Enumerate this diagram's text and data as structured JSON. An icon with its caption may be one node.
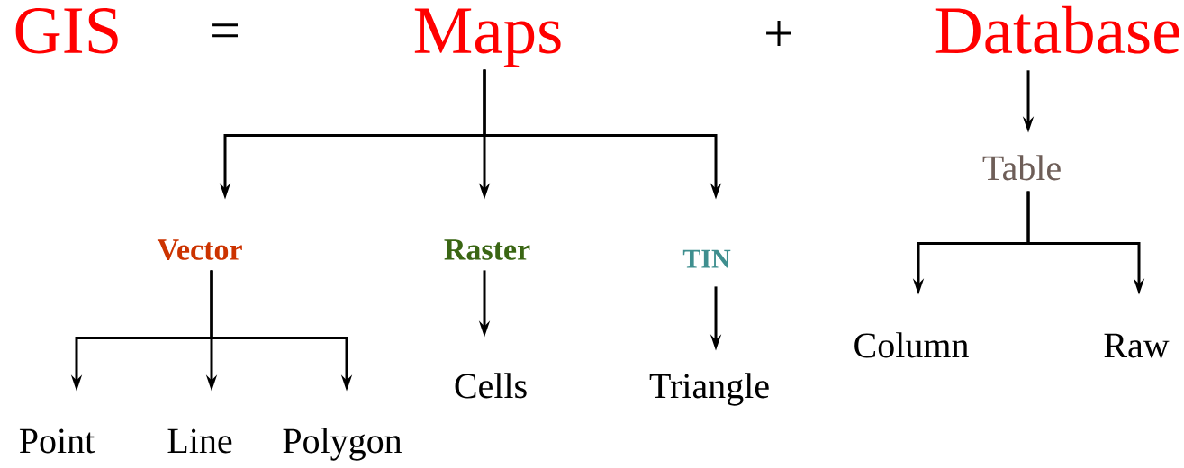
{
  "diagram": {
    "nodes": [
      {
        "text": [
          "GIS"
        ]
      },
      {
        "text": [
          "Maps"
        ]
      },
      {
        "text": [
          "Database"
        ]
      },
      {
        "text": [
          "Vector"
        ]
      },
      {
        "text": [
          "Raster"
        ]
      },
      {
        "text": [
          "TIN"
        ]
      },
      {
        "text": [
          "Point"
        ]
      },
      {
        "text": [
          "Line"
        ]
      },
      {
        "text": [
          "Polygon"
        ]
      },
      {
        "text": [
          "Cells"
        ]
      },
      {
        "text": [
          "Triangle"
        ]
      },
      {
        "text": [
          "Table"
        ]
      },
      {
        "text": [
          "Column"
        ]
      },
      {
        "text": [
          "Raw"
        ]
      }
    ],
    "edges": [
      {
        "from": 1,
        "to": 3,
        "arrow": "to"
      },
      {
        "from": 1,
        "to": 4,
        "arrow": "to"
      },
      {
        "from": 1,
        "to": 5,
        "arrow": "to"
      },
      {
        "from": 3,
        "to": 6,
        "arrow": "to"
      },
      {
        "from": 3,
        "to": 7,
        "arrow": "to"
      },
      {
        "from": 3,
        "to": 8,
        "arrow": "to"
      },
      {
        "from": 4,
        "to": 9,
        "arrow": "to"
      },
      {
        "from": 5,
        "to": 10,
        "arrow": "to"
      },
      {
        "from": 2,
        "to": 11,
        "arrow": "to"
      },
      {
        "from": 11,
        "to": 12,
        "arrow": "to"
      },
      {
        "from": 11,
        "to": 13,
        "arrow": "to"
      }
    ],
    "labels": [
      "=",
      "+"
    ]
  }
}
